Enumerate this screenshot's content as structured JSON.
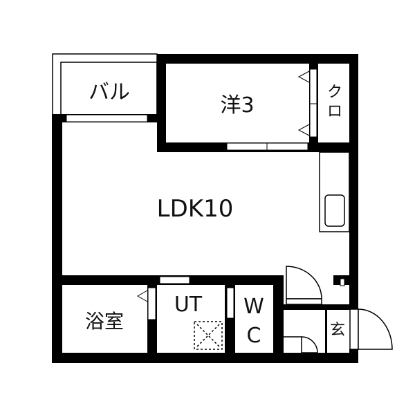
{
  "rooms": {
    "balcony": "バル",
    "western_room": "洋3",
    "closet": "クロ",
    "ldk": "LDK10",
    "bathroom": "浴室",
    "utility": "UT",
    "wc_w": "W",
    "wc_c": "C",
    "entrance": "玄"
  },
  "colors": {
    "wall": "#000000",
    "background": "#ffffff"
  }
}
